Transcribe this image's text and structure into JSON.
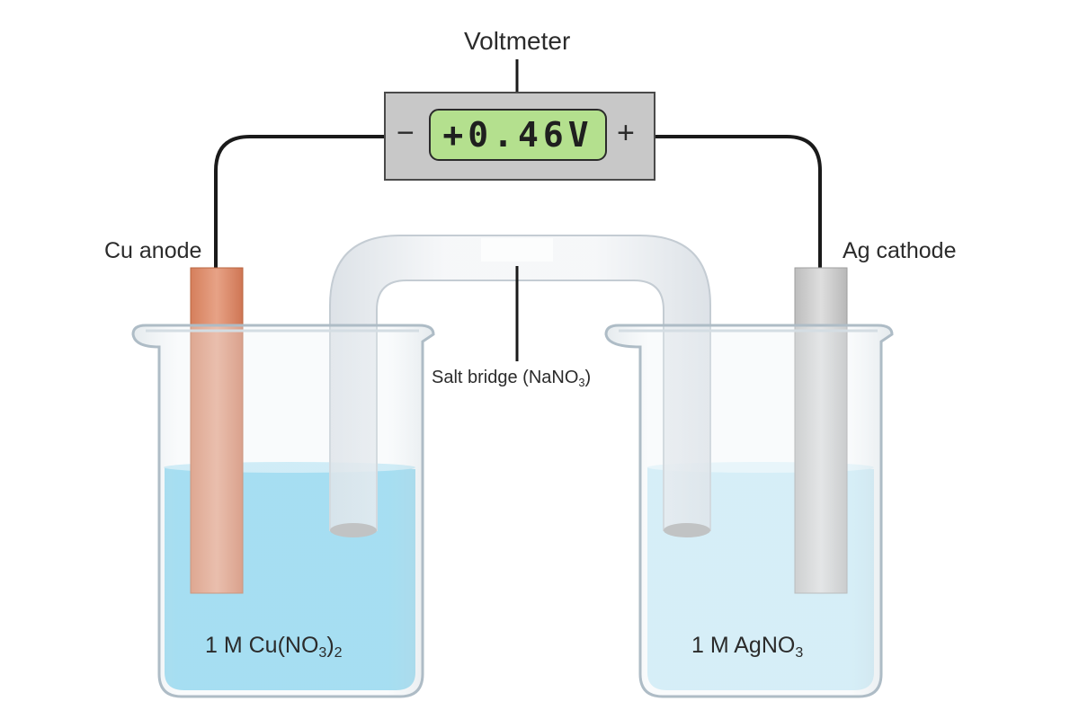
{
  "labels": {
    "voltmeter": "Voltmeter",
    "cu_anode": "Cu anode",
    "ag_cathode": "Ag cathode",
    "salt_bridge_main": "Salt bridge (NaNO",
    "salt_bridge_sub": "3",
    "salt_bridge_end": ")",
    "cu_solution_main": "1 M Cu(NO",
    "cu_solution_sub1": "3",
    "cu_solution_mid": ")",
    "cu_solution_sub2": "2",
    "ag_solution_main": "1 M AgNO",
    "ag_solution_sub": "3"
  },
  "voltmeter": {
    "reading": "+0.46V",
    "negative_sign": "−",
    "positive_sign": "+"
  },
  "colors": {
    "copper": "#d98a6a",
    "silver": "#cdcdcd",
    "cu_solution": "#7fd3ef",
    "ag_solution": "#c9ecf8",
    "display": "#b4e08e",
    "meter_body": "#c8c8c8"
  }
}
